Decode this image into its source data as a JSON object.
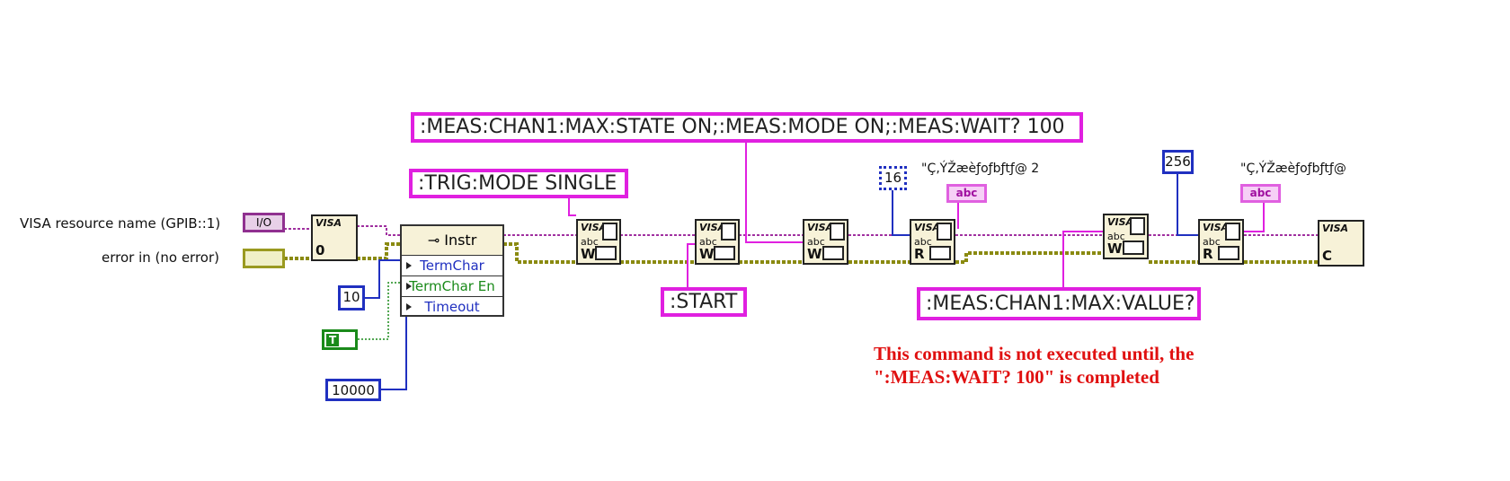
{
  "controls": {
    "resource_label": "VISA resource name (GPIB::1)",
    "resource_terminal": "I/O",
    "error_label": "error in (no error)"
  },
  "open_node": {
    "title": "VISA",
    "mark": "0"
  },
  "property_node": {
    "header": "Instr",
    "rows": [
      "TermChar",
      "TermChar En",
      "Timeout"
    ]
  },
  "constants": {
    "termchar": "10",
    "termchar_enable": "T",
    "timeout": "10000",
    "trig_cmd": ":TRIG:MODE SINGLE",
    "meas_cmd": ":MEAS:CHAN1:MAX:STATE ON;:MEAS:MODE ON;:MEAS:WAIT? 100",
    "start_cmd": ":START",
    "value_cmd": ":MEAS:CHAN1:MAX:VALUE?",
    "read_count_1": "16",
    "read_count_2": "256"
  },
  "nodes": [
    {
      "title": "VISA",
      "sub": "abc",
      "mode": "W"
    },
    {
      "title": "VISA",
      "sub": "abc",
      "mode": "W"
    },
    {
      "title": "VISA",
      "sub": "abc",
      "mode": "W"
    },
    {
      "title": "VISA",
      "sub": "abc",
      "mode": "R"
    },
    {
      "title": "VISA",
      "sub": "abc",
      "mode": "W"
    },
    {
      "title": "VISA",
      "sub": "abc",
      "mode": "R"
    }
  ],
  "close_node": {
    "title": "VISA",
    "mode": "C"
  },
  "indicators": [
    {
      "label": "\"Ç‚ÝŽæèƒoƒbƒtƒ@ 2",
      "terminal": "abc"
    },
    {
      "label": "\"Ç‚ÝŽæèƒoƒbƒtƒ@",
      "terminal": "abc"
    }
  ],
  "annotation": {
    "line1": "This command is not executed until, the",
    "line2": "\":MEAS:WAIT? 100\" is completed"
  },
  "colors": {
    "string": "#e020e0",
    "numeric": "#2030c0",
    "boolean": "#1a8a1a",
    "error": "#9a9a20",
    "annotation": "#e01010"
  }
}
